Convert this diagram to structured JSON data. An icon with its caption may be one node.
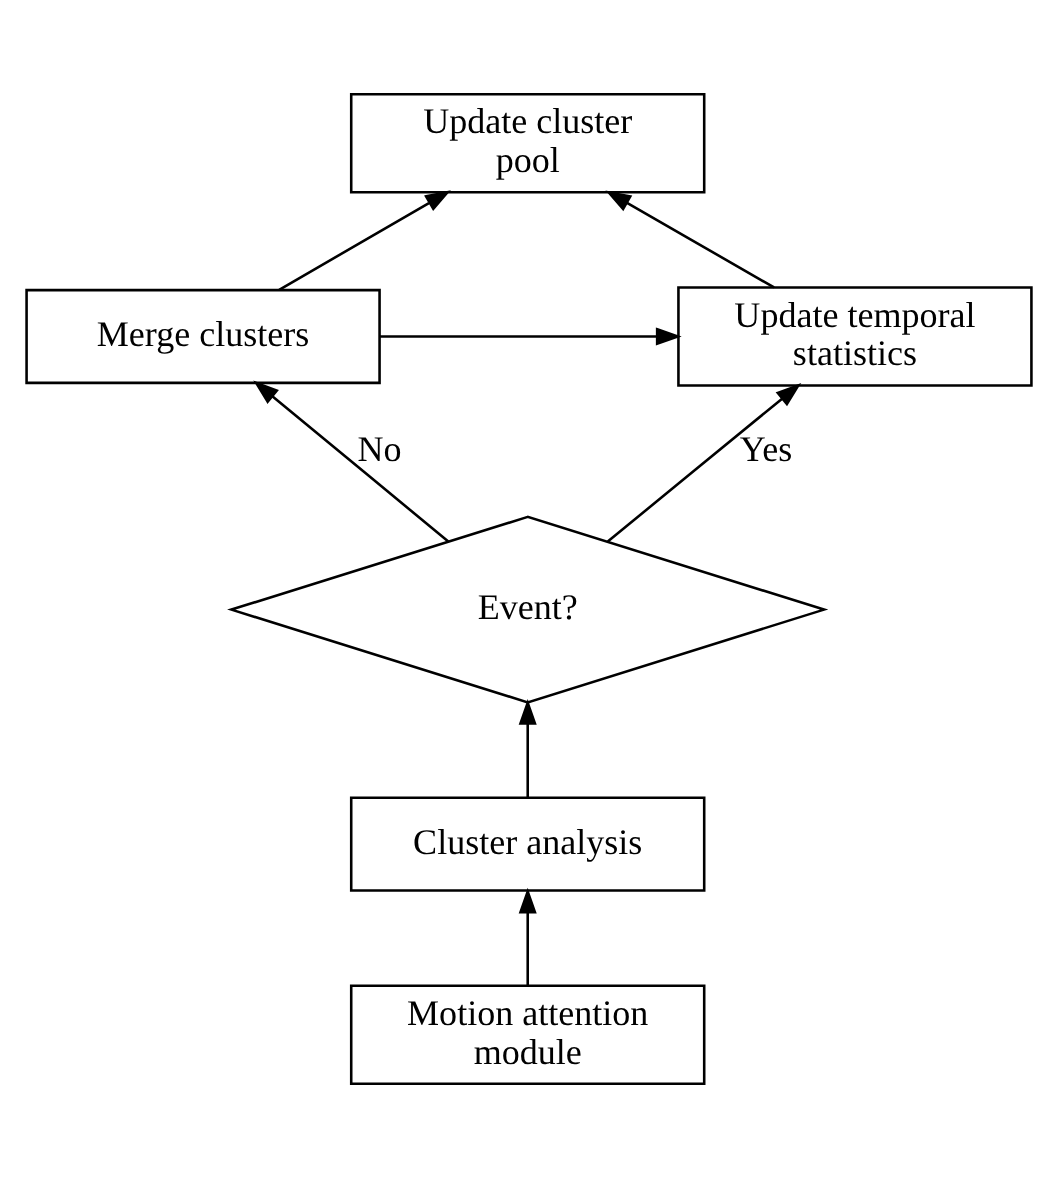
{
  "diagram": {
    "nodes": [
      {
        "text": [
          "Update cluster pool"
        ]
      },
      {
        "text": [
          "Merge clusters"
        ]
      },
      {
        "text": [
          "Update temporal statistics"
        ]
      },
      {
        "text": [
          "Event?"
        ]
      },
      {
        "text": [
          "Cluster analysis"
        ]
      },
      {
        "text": [
          "Motion attention module"
        ]
      }
    ],
    "edges": [
      {
        "from": 5,
        "to": 4,
        "arrow": "to"
      },
      {
        "from": 4,
        "to": 3,
        "arrow": "to"
      },
      {
        "from": 3,
        "to": 1,
        "arrow": "to",
        "label": "No"
      },
      {
        "from": 3,
        "to": 2,
        "arrow": "to",
        "label": "Yes"
      },
      {
        "from": 1,
        "to": 0,
        "arrow": "to"
      },
      {
        "from": 1,
        "to": 2,
        "arrow": "to"
      },
      {
        "from": 2,
        "to": 0,
        "arrow": "to"
      }
    ]
  }
}
